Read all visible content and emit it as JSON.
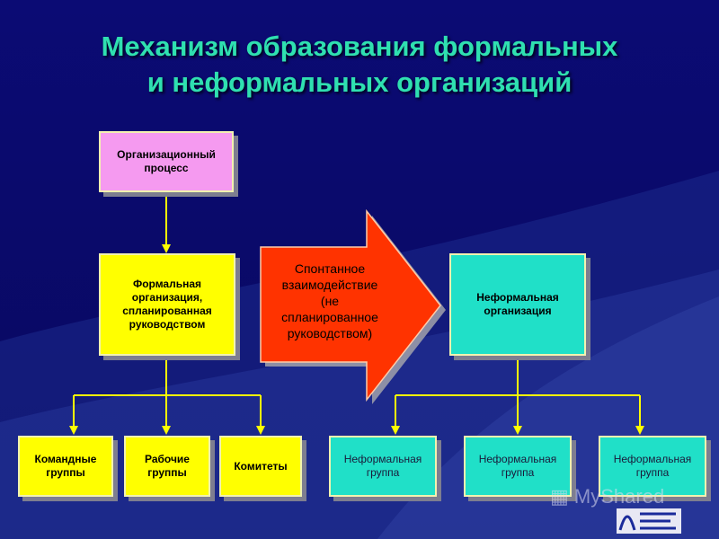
{
  "title": {
    "line1": "Механизм образования формальных",
    "line2": "и неформальных организаций"
  },
  "nodes": {
    "process": "Организационный процесс",
    "formal": "Формальная организация, спланированная руководством",
    "informal": "Неформальная организация",
    "team_groups": "Командные группы",
    "work_groups": "Рабочие группы",
    "committees": "Комитеты",
    "informal_group_1": "Неформальная группа",
    "informal_group_2": "Неформальная группа",
    "informal_group_3": "Неформальная группа"
  },
  "arrow": {
    "line1": "Спонтанное",
    "line2": "взаимодействие",
    "line3": "(не",
    "line4": "спланированное",
    "line5": "руководством)"
  },
  "watermark": "MyShared",
  "colors": {
    "background": "#0a0a6e",
    "title": "#2fe0b0",
    "pink": "#f59af0",
    "yellow": "#ffff00",
    "cyan": "#20e0c8",
    "arrow": "#ff3300"
  }
}
